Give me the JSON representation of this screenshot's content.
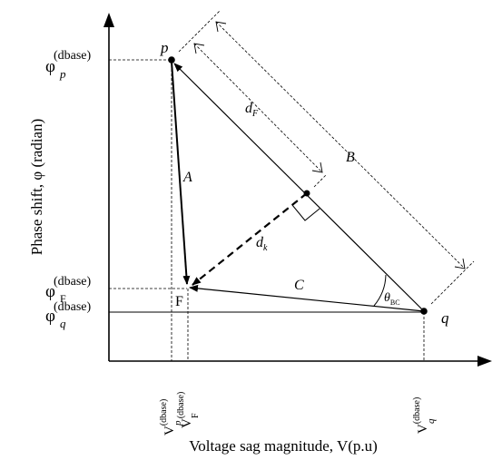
{
  "axes": {
    "x_label": "Voltage sag magnitude, V(p.u)",
    "y_label": "Phase shift, φ (radian)"
  },
  "points": {
    "p": "p",
    "q": "q",
    "f": "F"
  },
  "segments": {
    "a": "A",
    "b": "B",
    "c": "C",
    "df_base": "d",
    "df_sub": "F",
    "dk_base": "d",
    "dk_sub": "k"
  },
  "angle": {
    "base": "θ",
    "sub": "BC"
  },
  "y_ticks": {
    "phi_p_base": "φ",
    "phi_p_sub": "p",
    "phi_p_sup": "(dbase)",
    "phi_f_base": "φ",
    "phi_f_sub": "F",
    "phi_f_sup": "(dbase)",
    "phi_q_base": "φ",
    "phi_q_sub": "q",
    "phi_q_sup": "(dbase)"
  },
  "x_ticks": {
    "v_p_base": "V",
    "v_p_sub": "p",
    "v_p_sup": "(dbase)",
    "v_f_base": "V",
    "v_f_sub": "F",
    "v_f_sup": "(dbase)",
    "v_q_base": "V",
    "v_q_sub": "q",
    "v_q_sup": "(dbase)"
  }
}
